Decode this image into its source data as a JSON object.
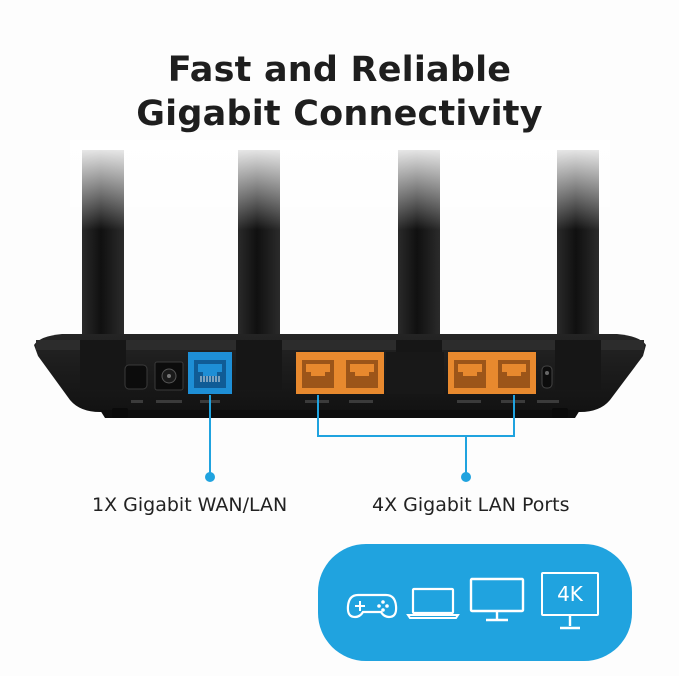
{
  "headline": {
    "line1": "Fast and Reliable",
    "line2": "Gigabit Connectivity"
  },
  "callouts": {
    "wan": "1X Gigabit WAN/LAN",
    "lan": "4X Gigabit LAN Ports"
  },
  "devices": {
    "monitor_4k_text": "4K",
    "icons": [
      "gamepad-icon",
      "laptop-icon",
      "monitor-icon",
      "monitor-4k-icon"
    ]
  },
  "colors": {
    "accent_blue": "#20a3df",
    "wan_port_blue": "#1e8fd6",
    "lan_port_orange": "#e8892e",
    "router_black": "#1b1b1b",
    "headline_text": "#1e1e1e"
  }
}
